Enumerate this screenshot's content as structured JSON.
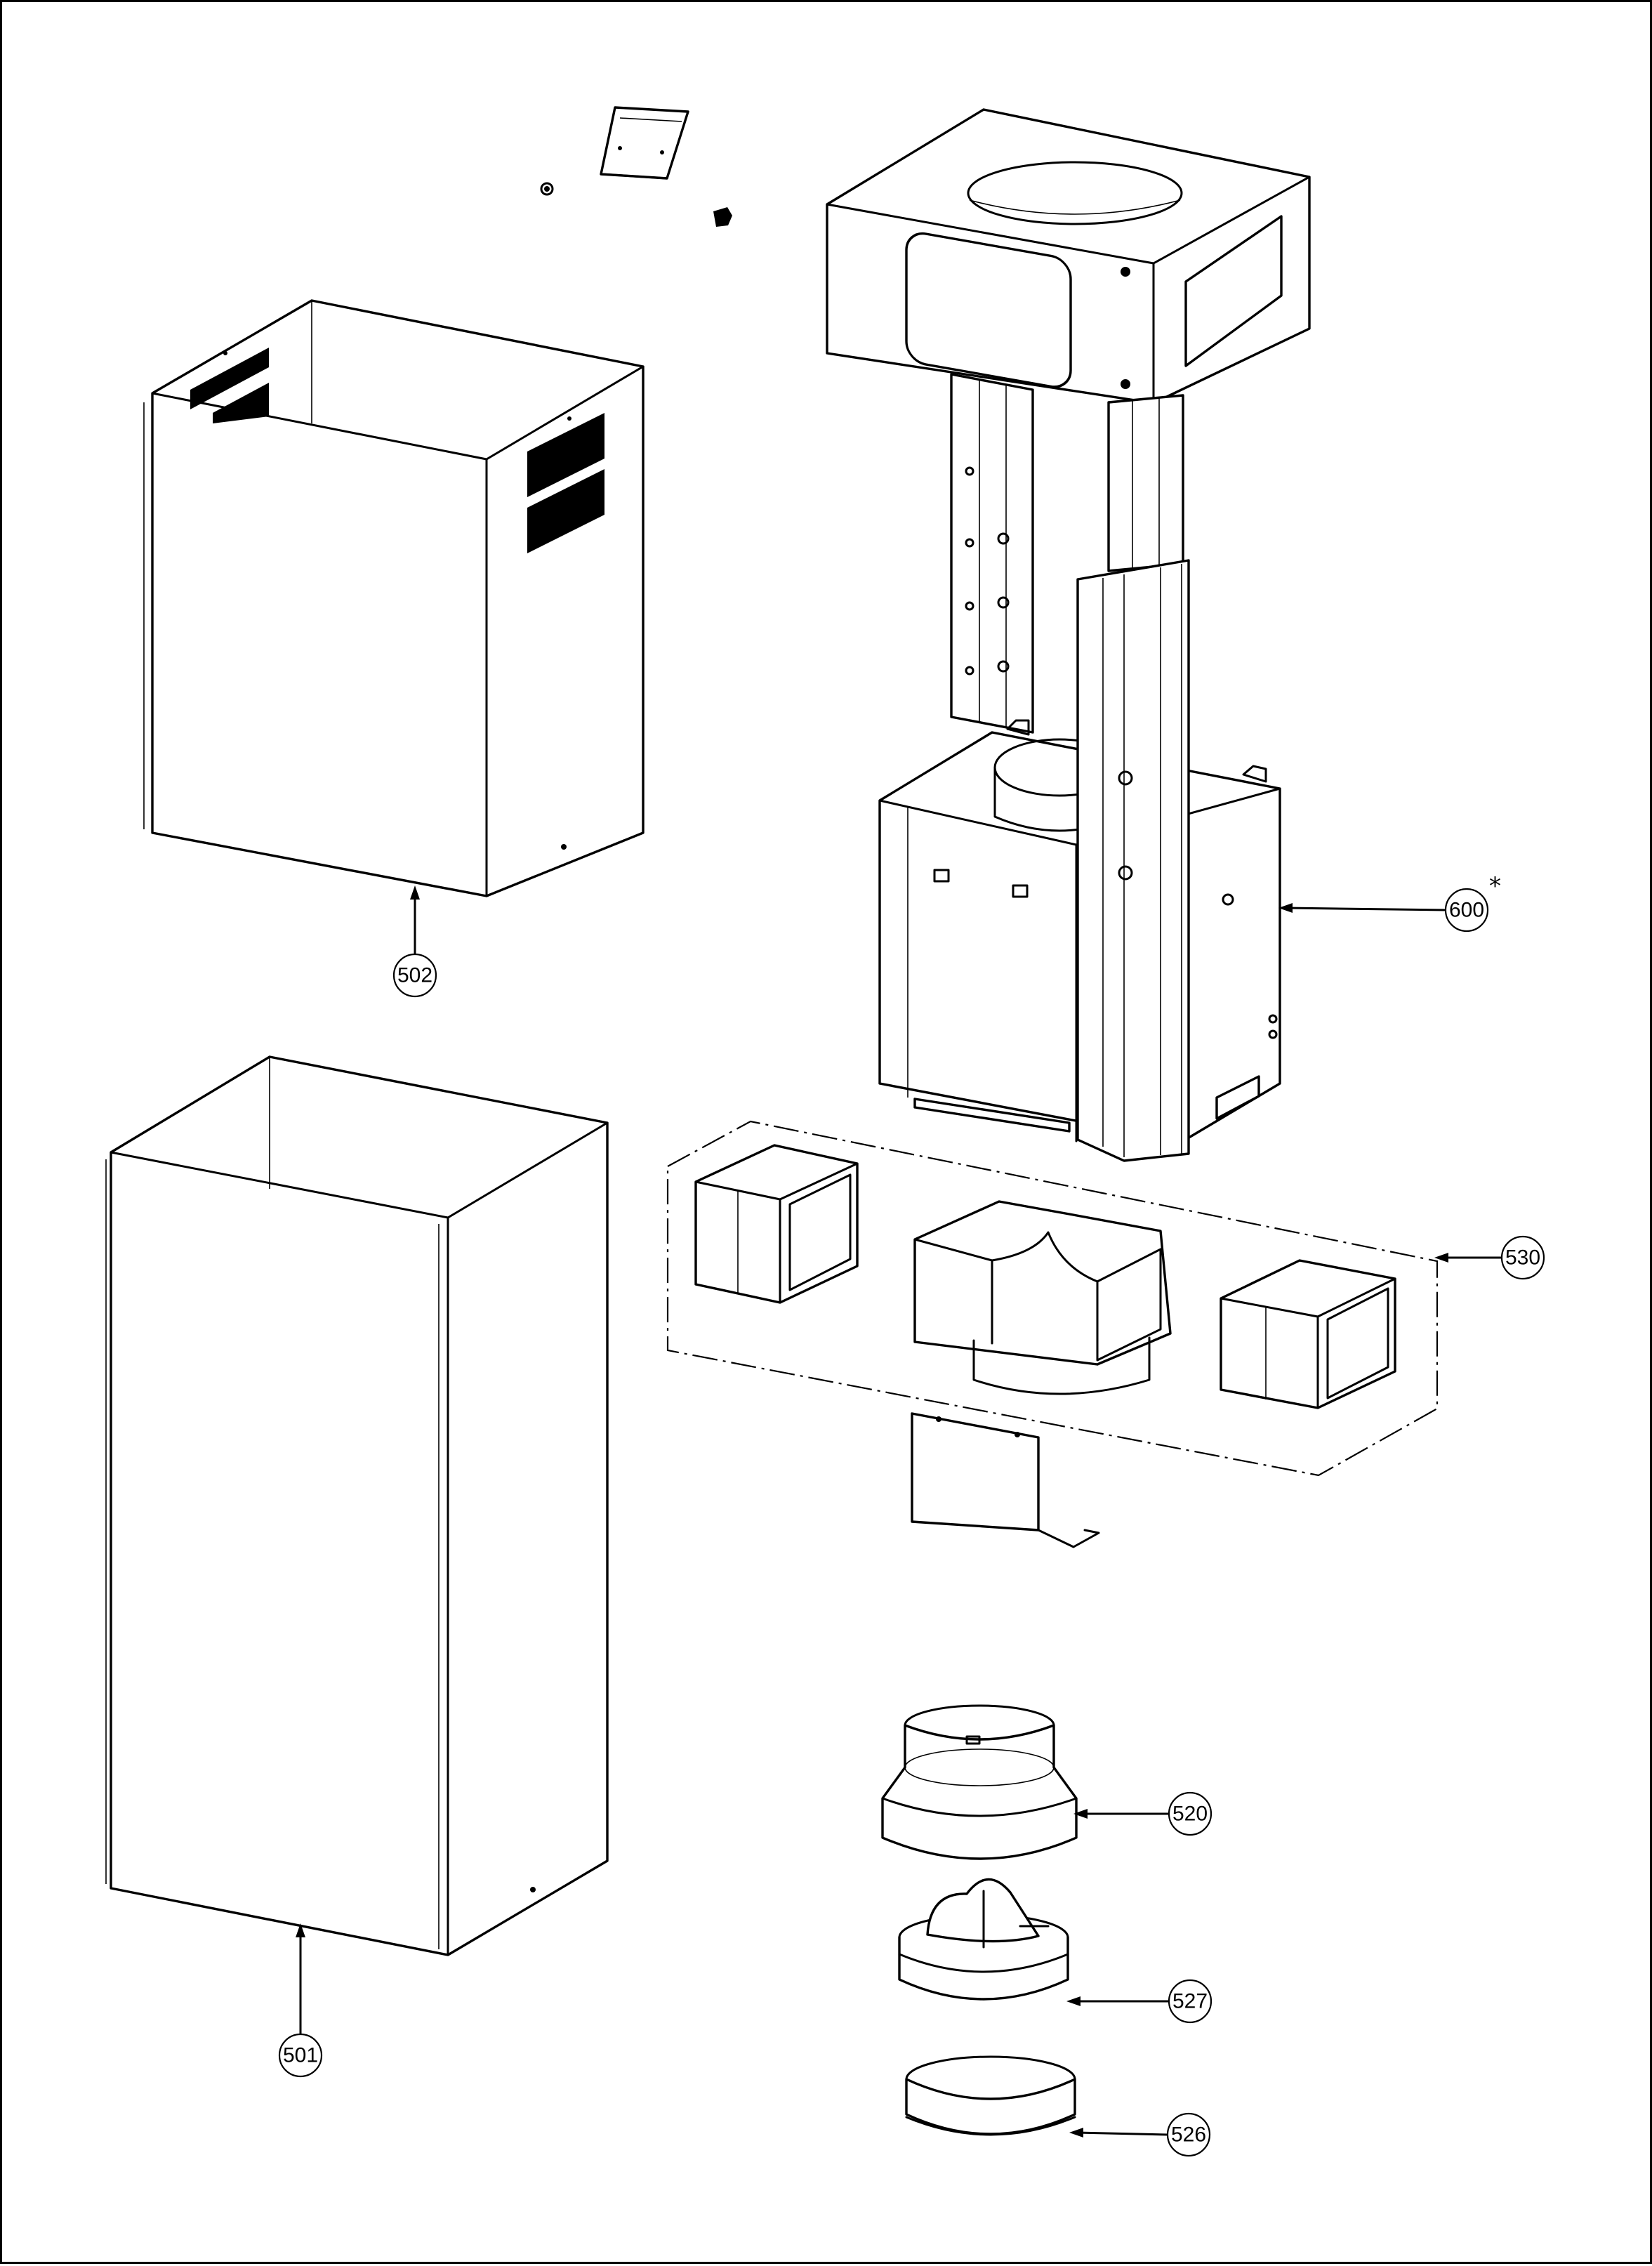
{
  "callouts": [
    {
      "id": "502",
      "label": "502"
    },
    {
      "id": "501",
      "label": "501"
    },
    {
      "id": "600",
      "label": "600"
    },
    {
      "id": "530",
      "label": "530"
    },
    {
      "id": "520",
      "label": "520"
    },
    {
      "id": "527",
      "label": "527"
    },
    {
      "id": "526",
      "label": "526"
    }
  ],
  "notes": {
    "asterisk": "*"
  },
  "icons": {
    "upper_chimney": "upper-chimney-cover-icon",
    "lower_chimney": "lower-chimney-cover-icon",
    "frame": "support-frame-icon",
    "duct_kit": "duct-adapter-kit-icon",
    "reducer": "duct-reducer-icon",
    "damper": "backdraft-damper-icon",
    "ring": "duct-ring-icon"
  },
  "colors": {
    "line": "#000000",
    "background": "#ffffff"
  }
}
